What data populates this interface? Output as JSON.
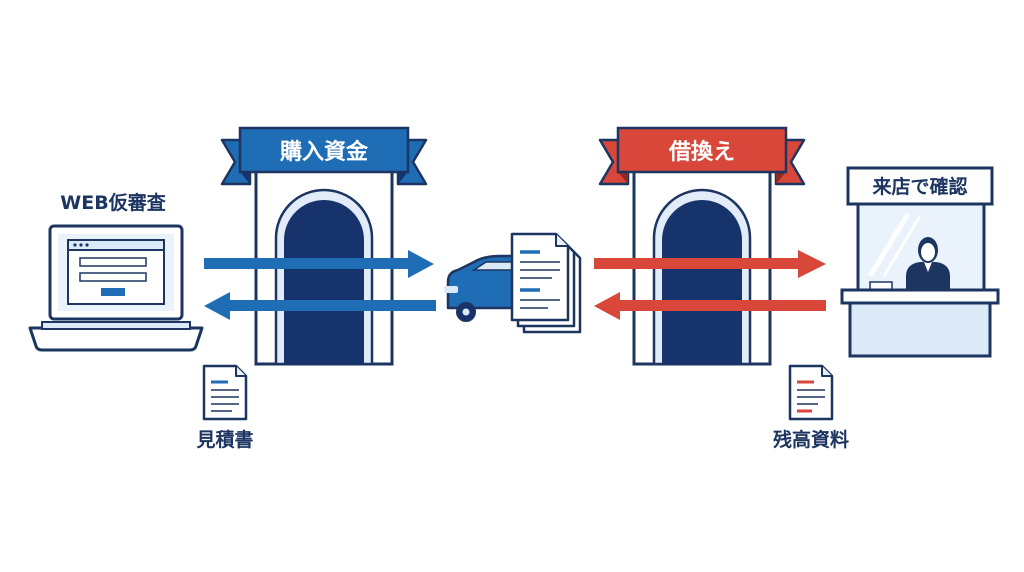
{
  "labels": {
    "web_review": "WEB仮審査",
    "estimate": "見積書",
    "balance_docs": "残高資料",
    "purchase_funds": "購入資金",
    "refinance": "借換え",
    "in_store": "来店で確認"
  },
  "colors": {
    "blue": "#1f6db5",
    "navy": "#17336b",
    "red": "#d9463a",
    "light_blue": "#dceaf7",
    "pale_blue": "#eaf2fb",
    "outline": "#1d3561"
  },
  "icons": {
    "laptop": "laptop-icon",
    "document": "document-icon",
    "car": "car-icon",
    "gate": "gate-icon",
    "store_counter": "store-counter-icon",
    "person": "staff-person-icon",
    "arrow": "arrow-icon"
  }
}
